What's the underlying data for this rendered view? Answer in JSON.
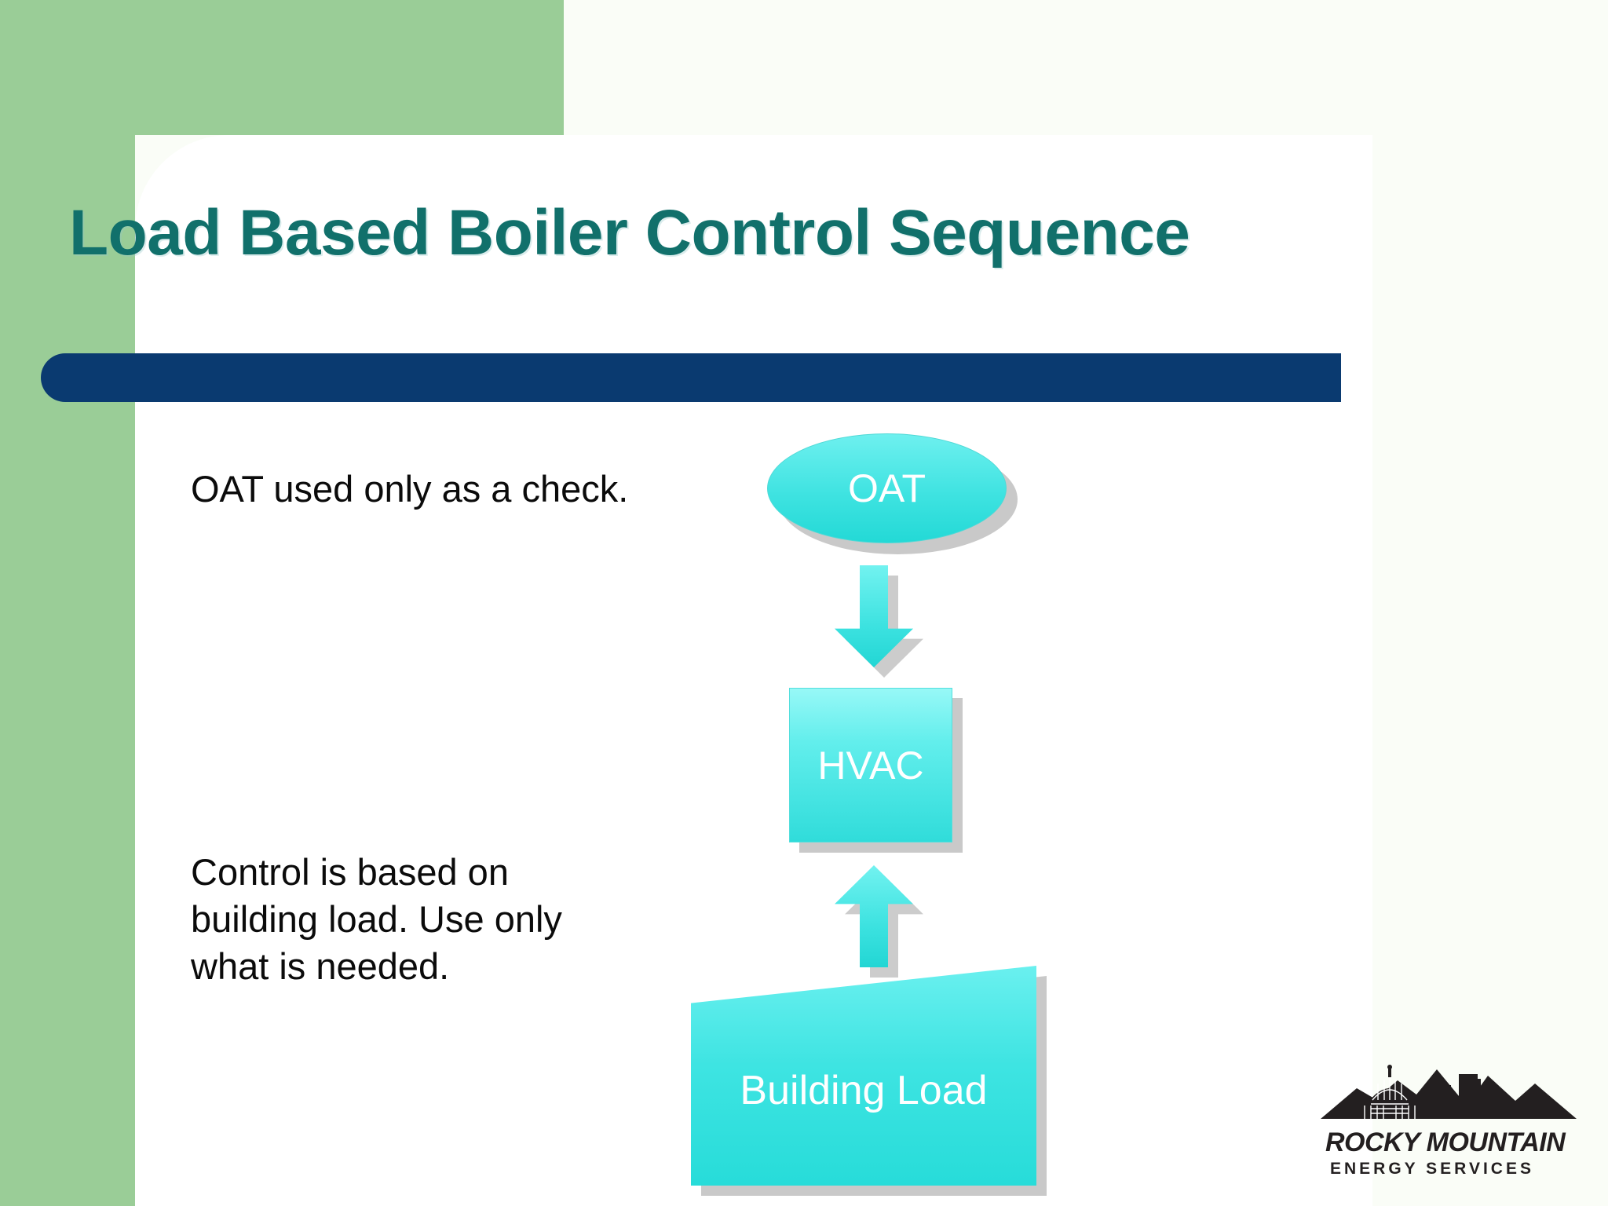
{
  "slide": {
    "title": "Load Based Boiler Control Sequence",
    "notes": [
      {
        "id": "oat-note",
        "text": "OAT used only as a check."
      },
      {
        "id": "control-note",
        "text": "Control is based on\nbuilding load. Use only\nwhat is needed."
      }
    ],
    "diagram": {
      "type": "flowchart",
      "nodes": [
        {
          "id": "oat",
          "shape": "ellipse",
          "label": "OAT"
        },
        {
          "id": "hvac",
          "shape": "rectangle",
          "label": "HVAC"
        },
        {
          "id": "building-load",
          "shape": "trapezoid",
          "label": "Building Load"
        }
      ],
      "connectors": [
        {
          "id": "oat-to-hvac",
          "shape": "down-arrow",
          "from": "oat",
          "to": "hvac"
        },
        {
          "id": "load-to-hvac",
          "shape": "up-arrow",
          "from": "building-load",
          "to": "hvac"
        }
      ]
    },
    "logo": {
      "line1": "ROCKY MOUNTAIN",
      "line2": "ENERGY SERVICES"
    },
    "colors": {
      "title": "#11706b",
      "rule_bar": "#0a3a70",
      "accent_green": "#9acd97",
      "node_cyan": "#3ce2e0",
      "node_label": "#ffffff",
      "body_text": "#0b0b0b",
      "shadow": "#c9c9c9"
    }
  }
}
